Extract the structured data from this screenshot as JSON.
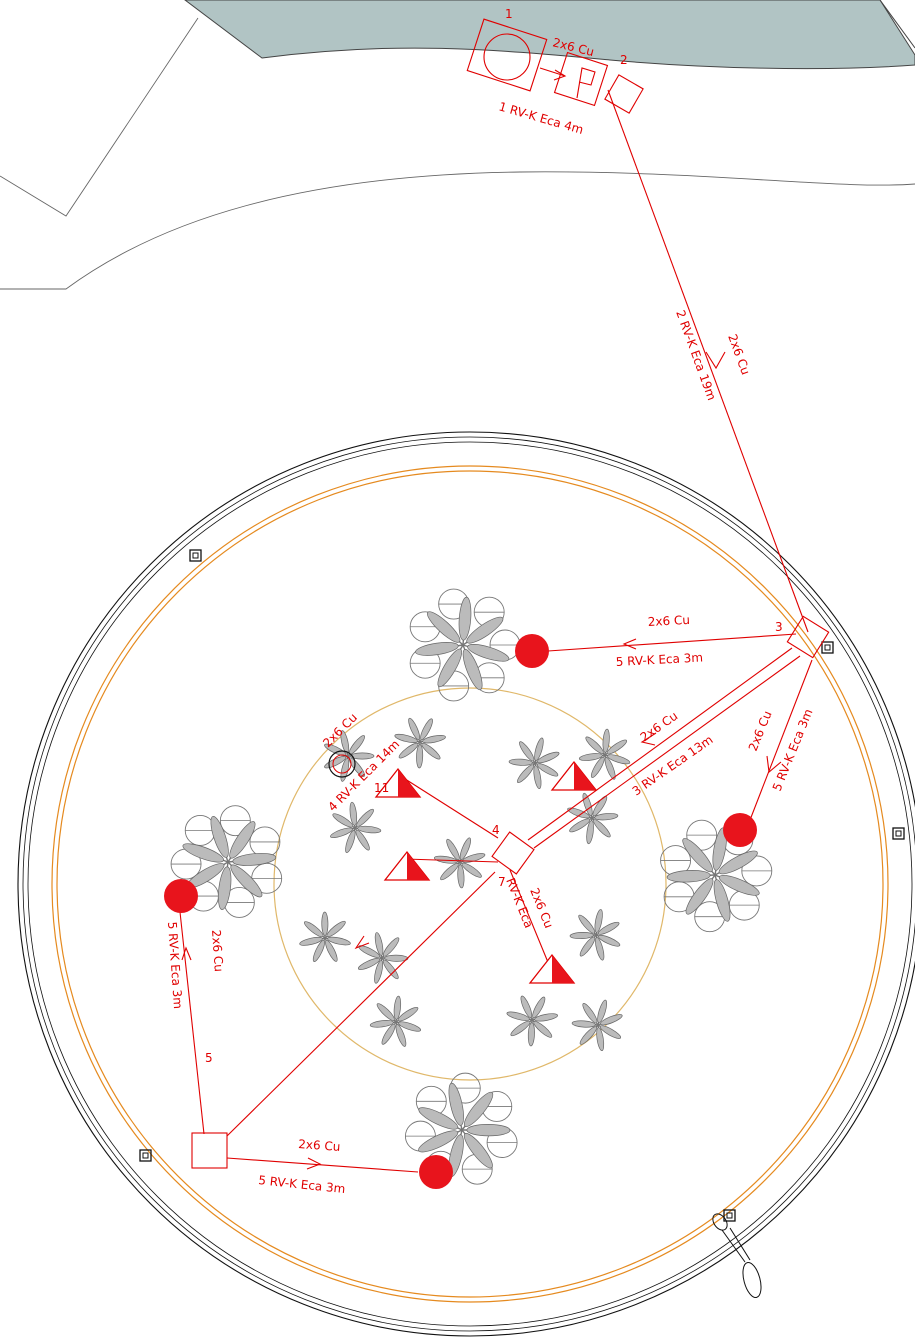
{
  "colors": {
    "water": "#b1c4c4",
    "cable": "#e00000",
    "luminaire": "#e8141c",
    "path_ring": "#e58a1f",
    "inner_ring": "#e0b86a",
    "outline": "#111111",
    "planting": "#777777"
  },
  "nodes": [
    {
      "id": "n1",
      "label": "1"
    },
    {
      "id": "n2",
      "label": "2"
    },
    {
      "id": "n3",
      "label": "3"
    },
    {
      "id": "n4",
      "label": "4"
    },
    {
      "id": "n5",
      "label": "5"
    },
    {
      "id": "n7",
      "label": "7"
    },
    {
      "id": "n11",
      "label": "11"
    }
  ],
  "cables": [
    {
      "id": "c1",
      "spec": "2x6 Cu",
      "run": "1 RV-K Eca 4m"
    },
    {
      "id": "c2",
      "spec": "2x6 Cu",
      "run": "2 RV-K Eca 19m"
    },
    {
      "id": "c3a",
      "spec": "2x6 Cu",
      "run": "5 RV-K Eca 3m"
    },
    {
      "id": "c3b",
      "spec": "2x6 Cu",
      "run": "3 RV-K Eca 13m"
    },
    {
      "id": "c3c",
      "spec": "2x6 Cu",
      "run": "5 RV-K Eca 3m"
    },
    {
      "id": "c4a",
      "spec": "2x6 Cu",
      "run": "RV-K Eca"
    },
    {
      "id": "c4b",
      "spec": "2x6 Cu",
      "run": "4 RV-K Eca 14m"
    },
    {
      "id": "c5a",
      "spec": "2x6 Cu",
      "run": "5 RV-K Eca 3m"
    },
    {
      "id": "c5b",
      "spec": "2x6 Cu",
      "run": "5 RV-K Eca 3m"
    }
  ]
}
